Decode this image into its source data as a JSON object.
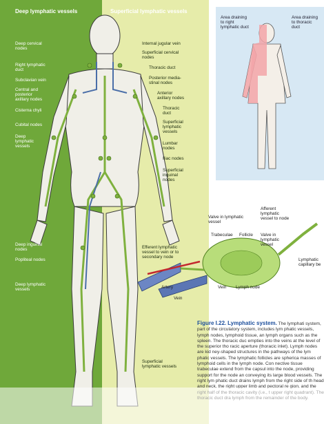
{
  "headers": {
    "left": "Deep lymphatic vessels",
    "right": "Superficial lymphatic vessels"
  },
  "labels_left": [
    "Deep cervical\nnodes",
    "Right lymphatic\nduct",
    "Subclavian vein",
    "Central and\nposterior\naxillary nodes",
    "Cisterna chyli",
    "Cubital nodes",
    "Deep\nlymphatic\nvessels",
    "Deep inguinal\nnodes",
    "Popliteal nodes",
    "Deep lymphatic\nvessels"
  ],
  "labels_right": [
    "Internal jugular vein",
    "Superficial cervical\nnodes",
    "Thoracic duct",
    "Posterior media-\nstinal nodes",
    "Anterior\naxillary nodes",
    "Thoracic\nduct",
    "Superficial\nlymphatic\nvessels",
    "Lumbar\nnodes",
    "Iliac nodes",
    "Superficial\ninguinal\nnodes",
    "Efferent lymphatic\nvessel to vein or to\nsecondary node",
    "Superficial\nlymphatic vessels"
  ],
  "inset": {
    "left_label": "Area draining\nto right\nlymphatic duct",
    "right_label": "Area draining\nto thoracic\nduct"
  },
  "node_labels": {
    "valve_vessel": "Valve in lymphatic\nvessel",
    "afferent": "Afferent\nlymphatic\nvessel to node",
    "trabeculae": "Trabeculae",
    "follicle": "Follicle",
    "valve2": "Valve in\nlymphatic\nvessel",
    "capillary": "Lymphatic\ncapillary be",
    "artery": "Artery",
    "vein_lbl": "Vein",
    "vein2": "Vein",
    "node": "Lymph node"
  },
  "caption": {
    "figure": "Figure I.22.",
    "title": "Lymphatic system.",
    "text": "The lymphati system, part of the circulatory system, includes lym phatic vessels, lymph nodes, lymphoid tissue, an lymph organs such as the spleen. The thoracic duc empties into the veins at the level of the superior tho racic aperture (thoracic inlet). Lymph nodes are kid ney-shaped structures in the pathways of the lym phatic vessels. The lymphatic follicles are spherica masses of lymphoid cells in the lymph node. Con nective tissue trabeculae extend from the capsul into the node, providing support for the node an conveying its large blood vessels. The right lym phatic duct drains lymph from the right side of th head and neck, the right upper limb and pectoral re gion, and the right half of the thoracic cavity (i.e., t upper right quadrant). The thoracic duct dra lymph from the remainder of the body."
  }
}
